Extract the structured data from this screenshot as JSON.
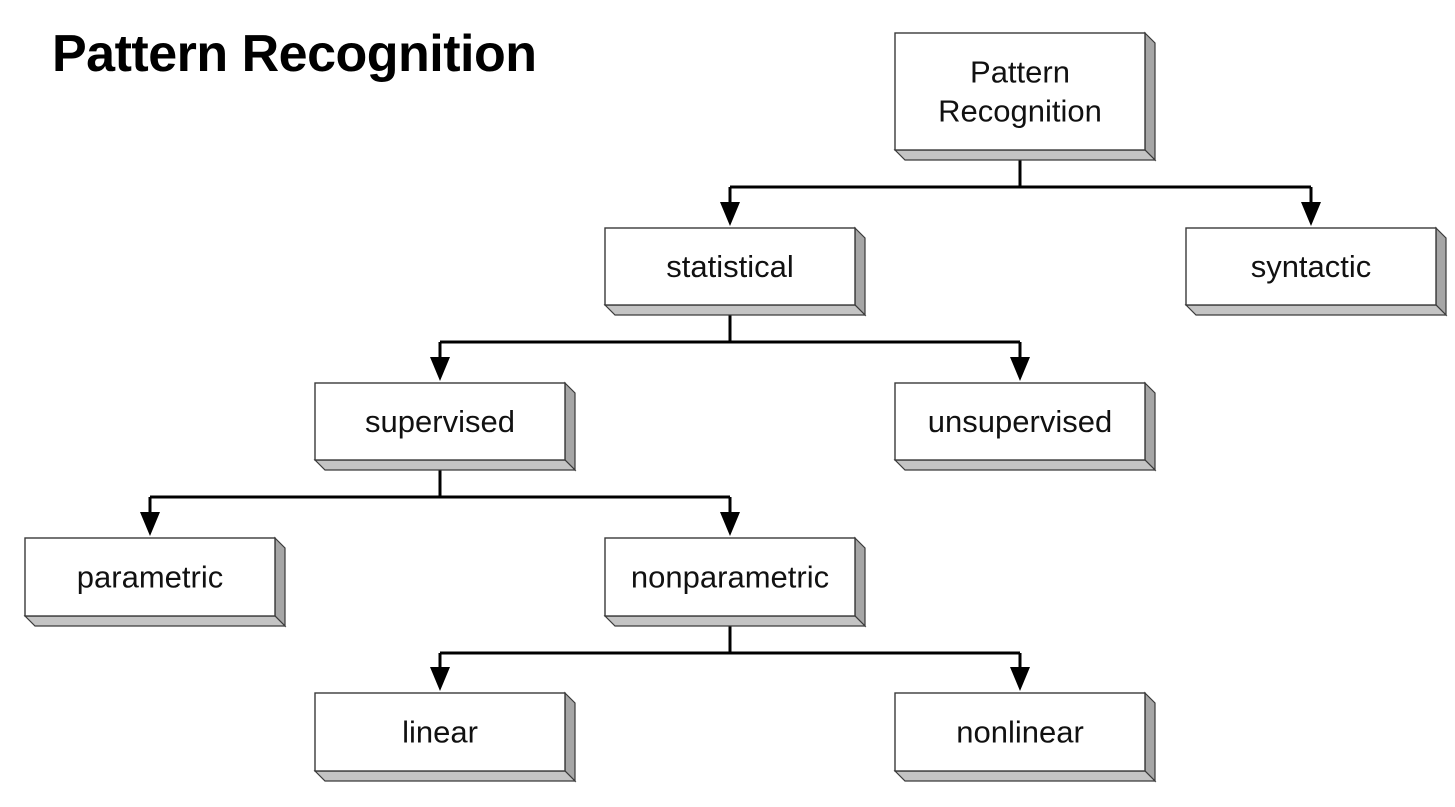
{
  "title": "Pattern Recognition",
  "colors": {
    "box_face": "#ffffff",
    "box_border": "#3a3a3a",
    "box_side": "#a6a6a6",
    "box_bottom": "#c4c4c4",
    "connector": "#000000",
    "text": "#111111"
  },
  "nodes": [
    {
      "id": "pattern-recognition",
      "lines": [
        "Pattern",
        "Recognition"
      ]
    },
    {
      "id": "statistical",
      "lines": [
        "statistical"
      ]
    },
    {
      "id": "syntactic",
      "lines": [
        "syntactic"
      ]
    },
    {
      "id": "supervised",
      "lines": [
        "supervised"
      ]
    },
    {
      "id": "unsupervised",
      "lines": [
        "unsupervised"
      ]
    },
    {
      "id": "parametric",
      "lines": [
        "parametric"
      ]
    },
    {
      "id": "nonparametric",
      "lines": [
        "nonparametric"
      ]
    },
    {
      "id": "linear",
      "lines": [
        "linear"
      ]
    },
    {
      "id": "nonlinear",
      "lines": [
        "nonlinear"
      ]
    }
  ],
  "edges": [
    {
      "from": "pattern-recognition",
      "to": [
        "statistical",
        "syntactic"
      ]
    },
    {
      "from": "statistical",
      "to": [
        "supervised",
        "unsupervised"
      ]
    },
    {
      "from": "supervised",
      "to": [
        "parametric",
        "nonparametric"
      ]
    },
    {
      "from": "nonparametric",
      "to": [
        "linear",
        "nonlinear"
      ]
    }
  ]
}
